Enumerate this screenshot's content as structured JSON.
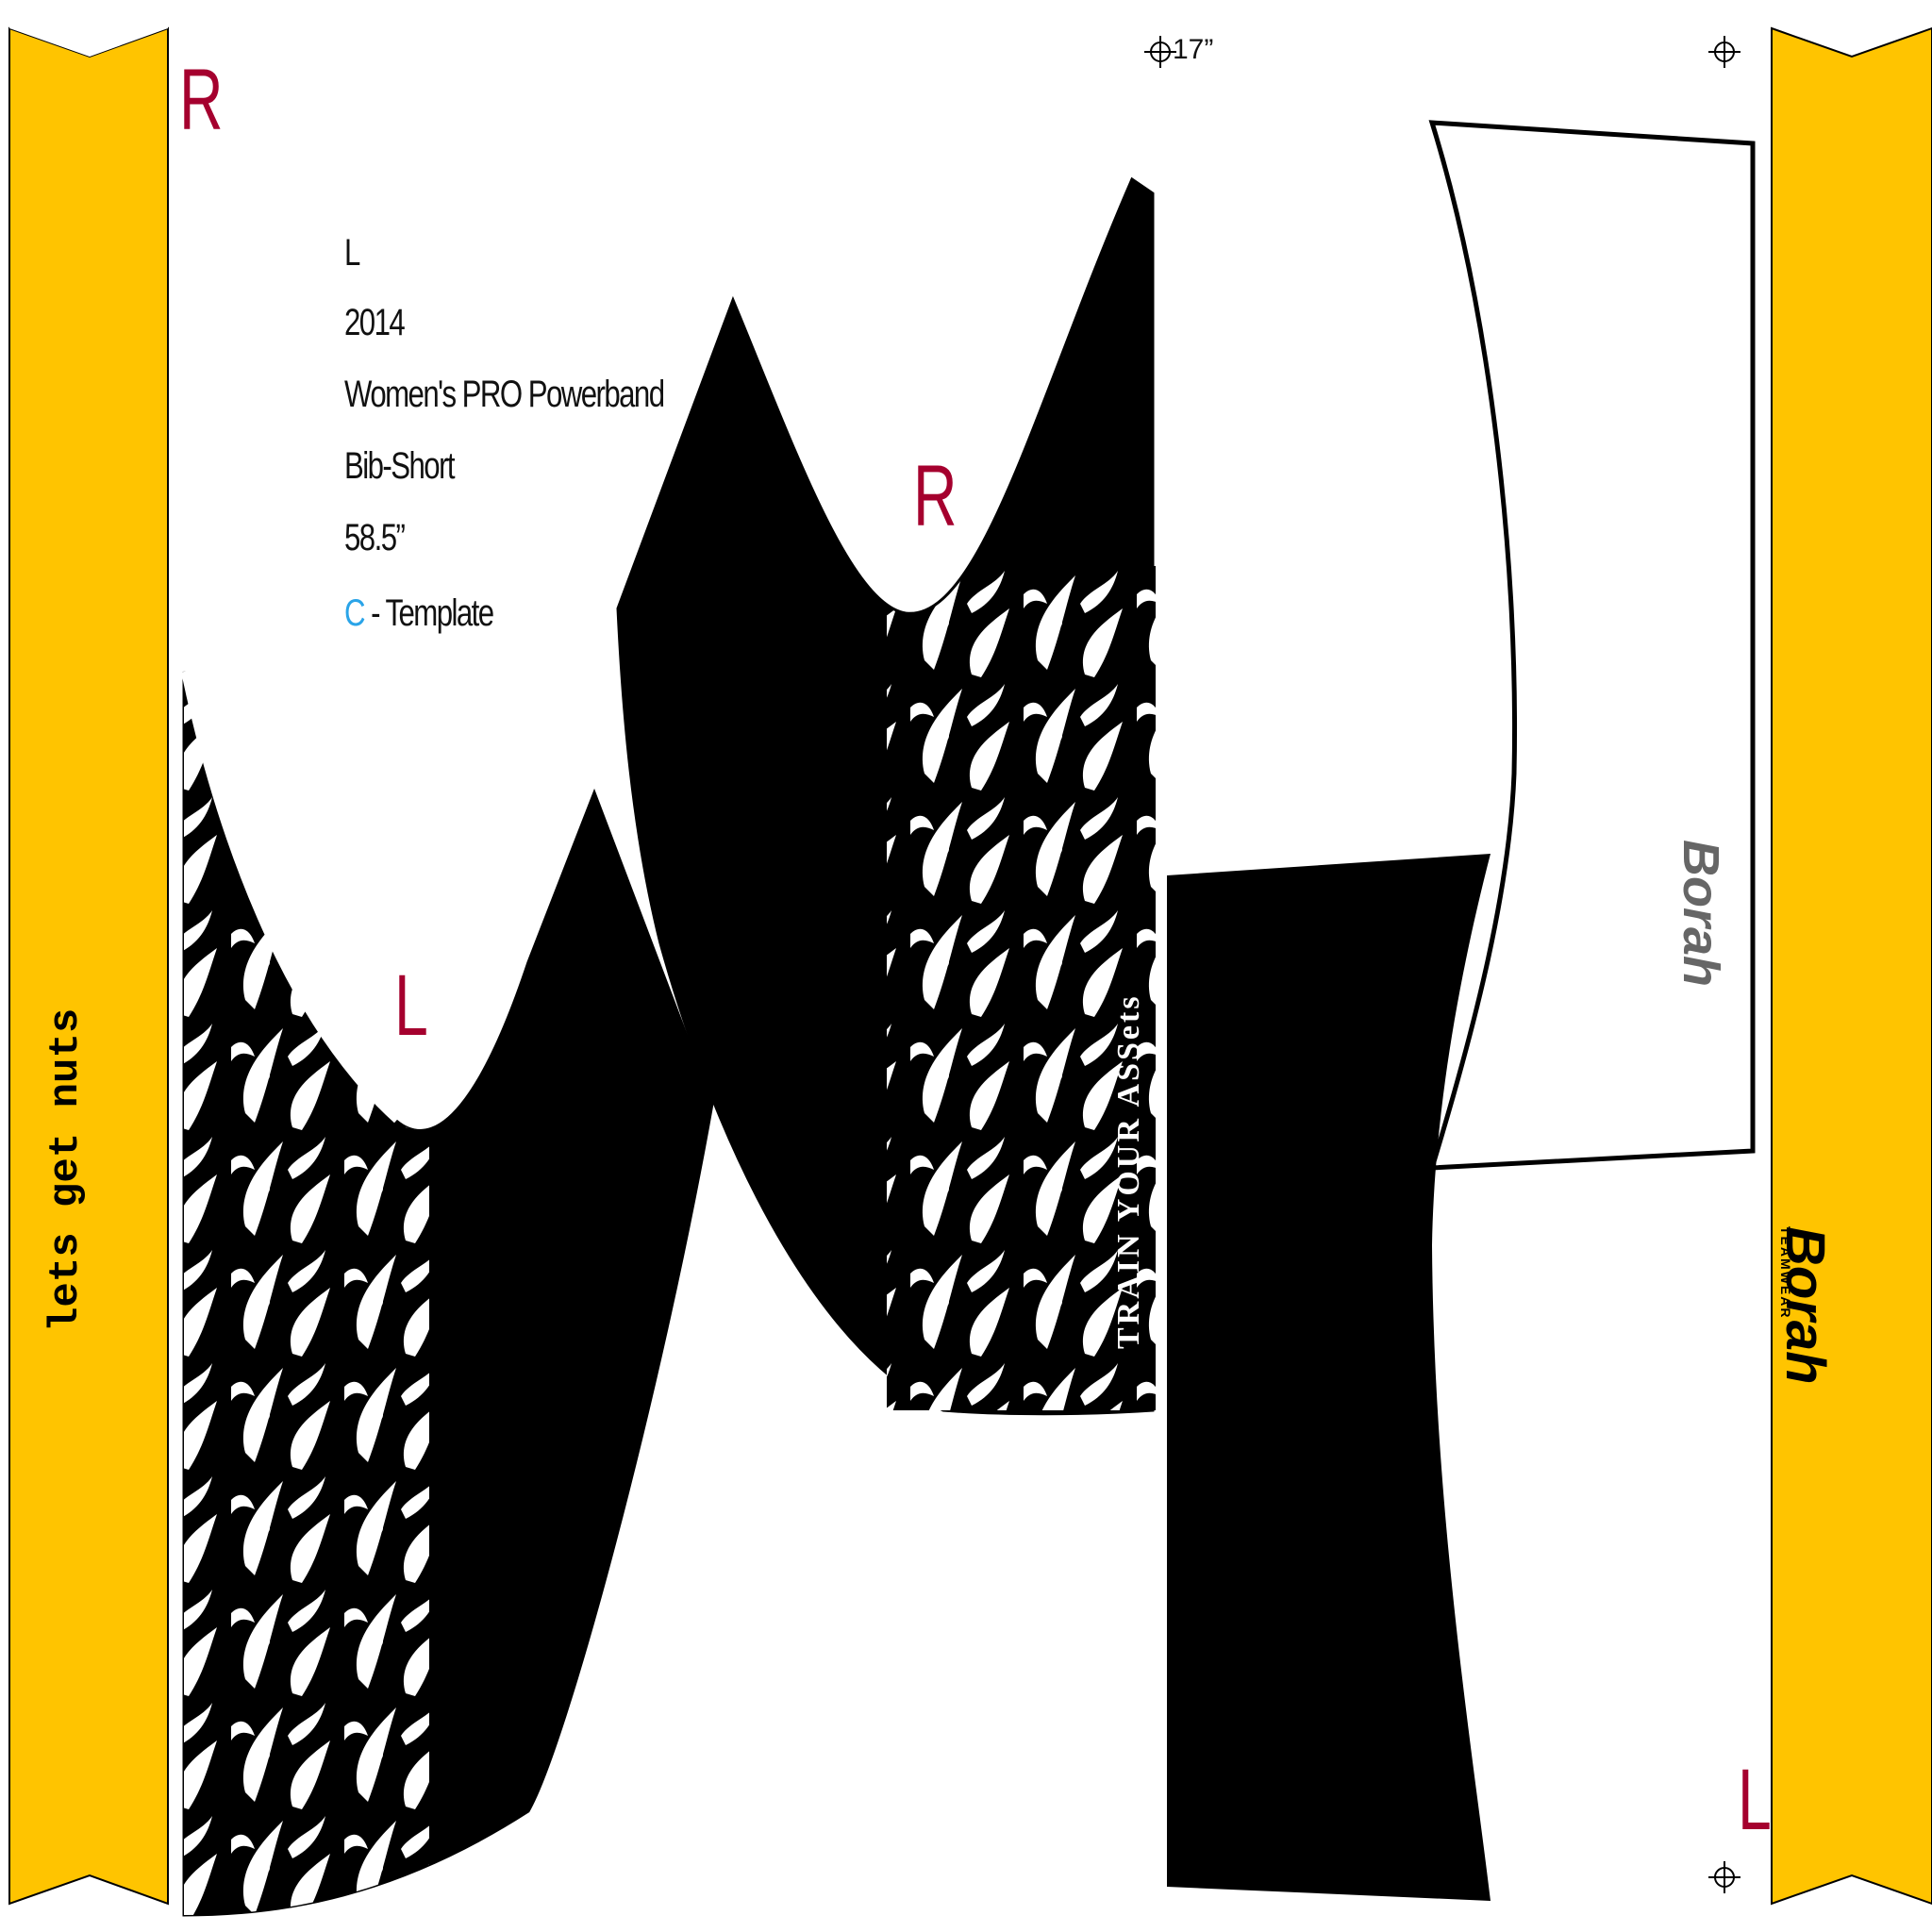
{
  "spec": {
    "size": "L",
    "year": "2014",
    "product": "Women's PRO Powerband",
    "style": "Bib-Short",
    "length": "58.5”",
    "template_letter": "C",
    "template_suffix": " - Template"
  },
  "panel_labels": {
    "top_left": "R",
    "left_panel": "L",
    "center_panel": "R",
    "bottom_right": "L"
  },
  "ruler": {
    "label": "17”"
  },
  "left_band": {
    "text": "lets get nuts"
  },
  "center_panel": {
    "text": "TRAIN YOUR ASSets"
  },
  "brand": {
    "name": "Borah",
    "sub": "TEAMWEAR"
  },
  "colors": {
    "band_yellow": "#ffc400",
    "panel_black": "#000000",
    "label_red": "#a5002e",
    "template_blue": "#2aa4e8"
  }
}
